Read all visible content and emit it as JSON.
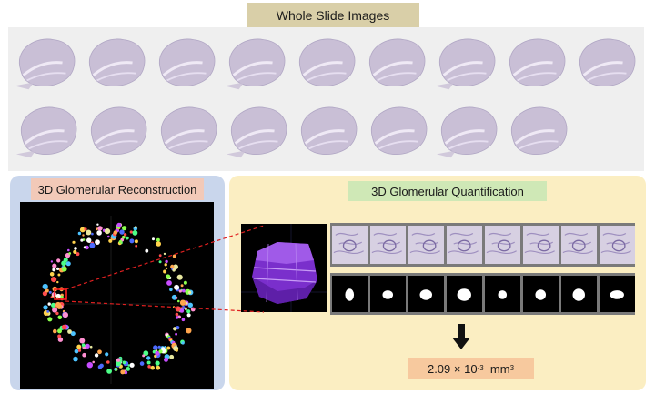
{
  "slides_section": {
    "title": "Whole Slide Images",
    "row1_count": 9,
    "row2_count": 8
  },
  "reconstruction": {
    "title": "3D Glomerular Reconstruction"
  },
  "quantification": {
    "title": "3D Glomerular Quantification",
    "tile_count": 8,
    "result": {
      "value": "2.09 × 10",
      "exponent": "-3",
      "unit": "mm",
      "unit_exponent": "3"
    }
  },
  "colors": {
    "slides_title_bg": "#d9cfa8",
    "recon_panel_bg": "#c9d6ec",
    "recon_title_bg": "#f2c9b8",
    "quant_panel_bg": "#fbeec2",
    "quant_title_bg": "#cfe8b6",
    "result_bg": "#f7c99e",
    "tissue": "#c9bfd6",
    "glomerulus_3d": "#8a3fd6",
    "zoom_lines": "#e02020"
  },
  "icons": {
    "flow_arrow": "arrow-down-icon"
  }
}
